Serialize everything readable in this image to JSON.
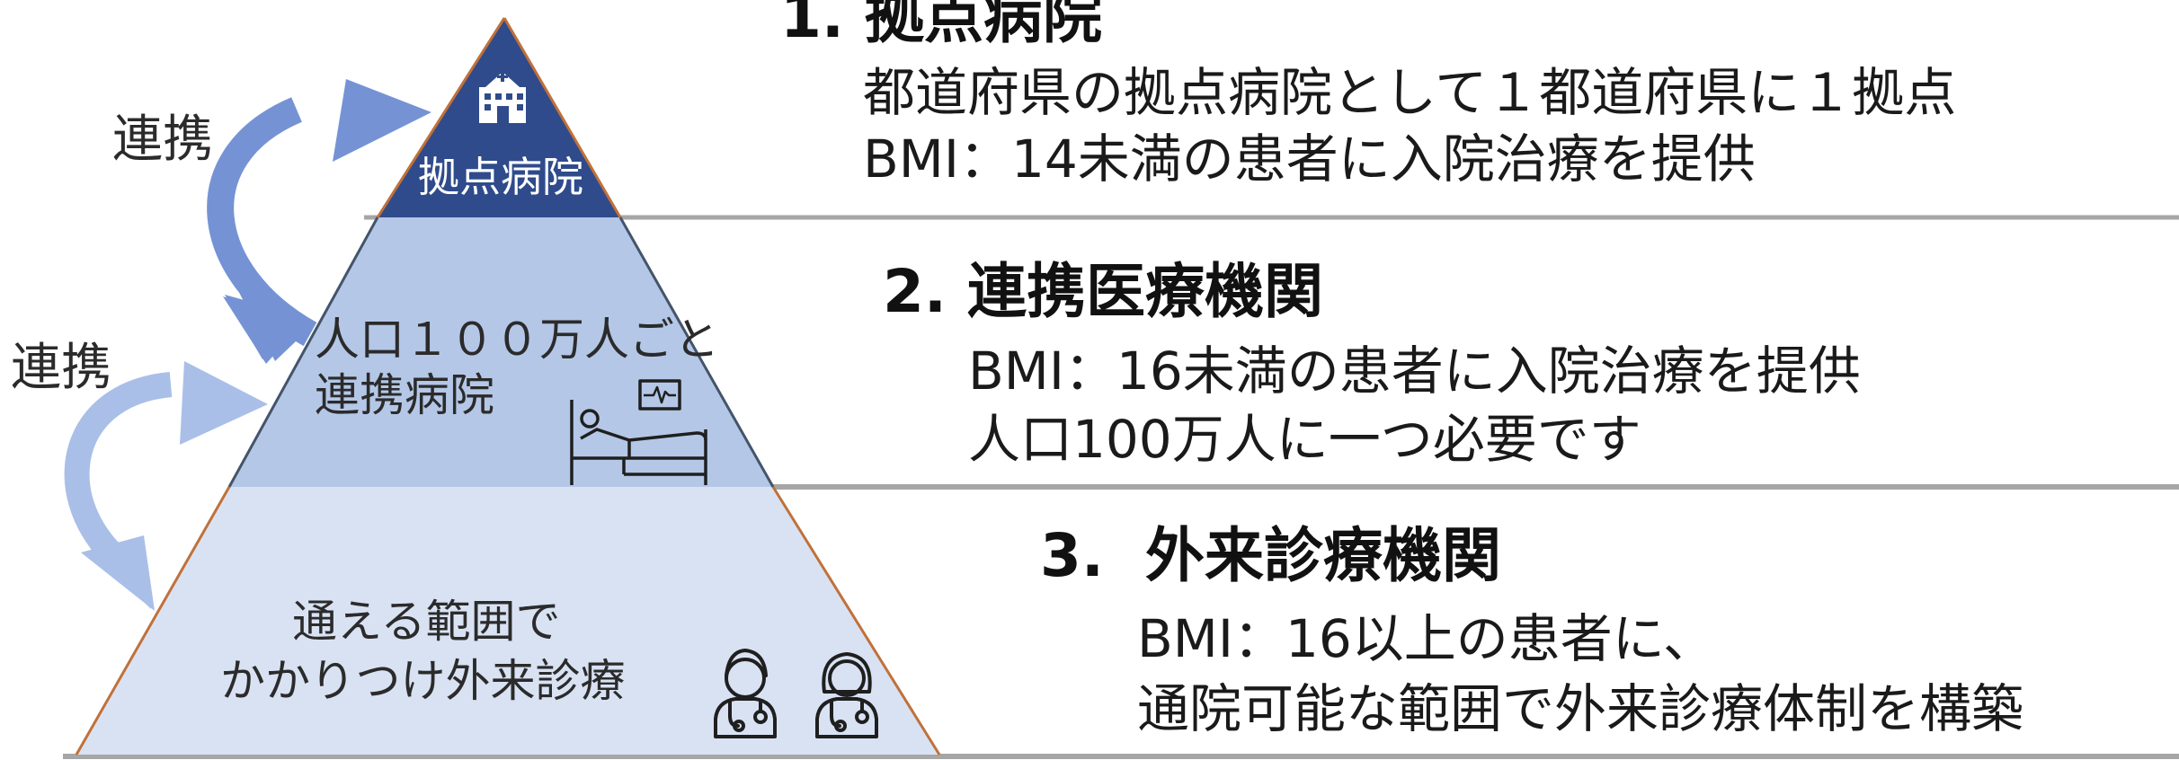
{
  "pyramid": {
    "apex_label": "拠点病院",
    "middle_label_lines": [
      "人口１００万人ごと",
      "連携病院"
    ],
    "base_label_lines": [
      "通える範囲で",
      "かかりつけ外来診療"
    ]
  },
  "links": {
    "upper_label": "連携",
    "lower_label": "連携"
  },
  "icons": {
    "apex": "hospital-building-icon",
    "middle": "patient-in-bed-with-monitor-icon",
    "base": [
      "doctor-icon",
      "female-doctor-icon"
    ]
  },
  "levels": [
    {
      "title": "1. 拠点病院",
      "lines": [
        "都道府県の拠点病院として１都道府県に１拠点",
        "BMI：14未満の患者に入院治療を提供"
      ]
    },
    {
      "title": "2. 連携医療機関",
      "lines": [
        "BMI：16未満の患者に入院治療を提供",
        "人口100万人に一つ必要です"
      ]
    },
    {
      "title": "3.  外来診療機関",
      "lines": [
        "BMI：16以上の患者に、",
        "通院可能な範囲で外来診療体制を構築"
      ]
    }
  ],
  "colors": {
    "apex_fill": "#2f4b8c",
    "middle_fill": "#b4c7e7",
    "base_fill": "#d9e2f3",
    "upper_arrow": "#7593d4",
    "lower_arrow": "#a9bfe8",
    "divider": "#a6a6a6",
    "pyramid_edge": "#c0713a"
  }
}
